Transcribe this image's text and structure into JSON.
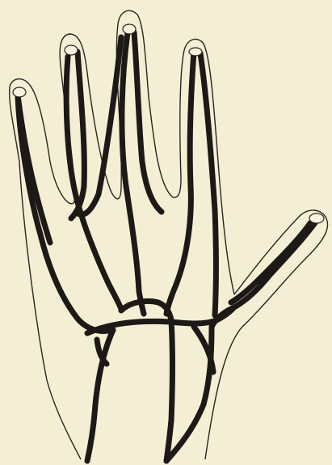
{
  "figure": {
    "subject": "hand-venous-network-illustration",
    "colors": {
      "paper": "#f4eed4",
      "outline": "#2a2521",
      "vessel": "#1c1916",
      "nail": "#f7f2de"
    },
    "fingers": [
      "thumb",
      "index",
      "middle",
      "ring",
      "little"
    ]
  }
}
